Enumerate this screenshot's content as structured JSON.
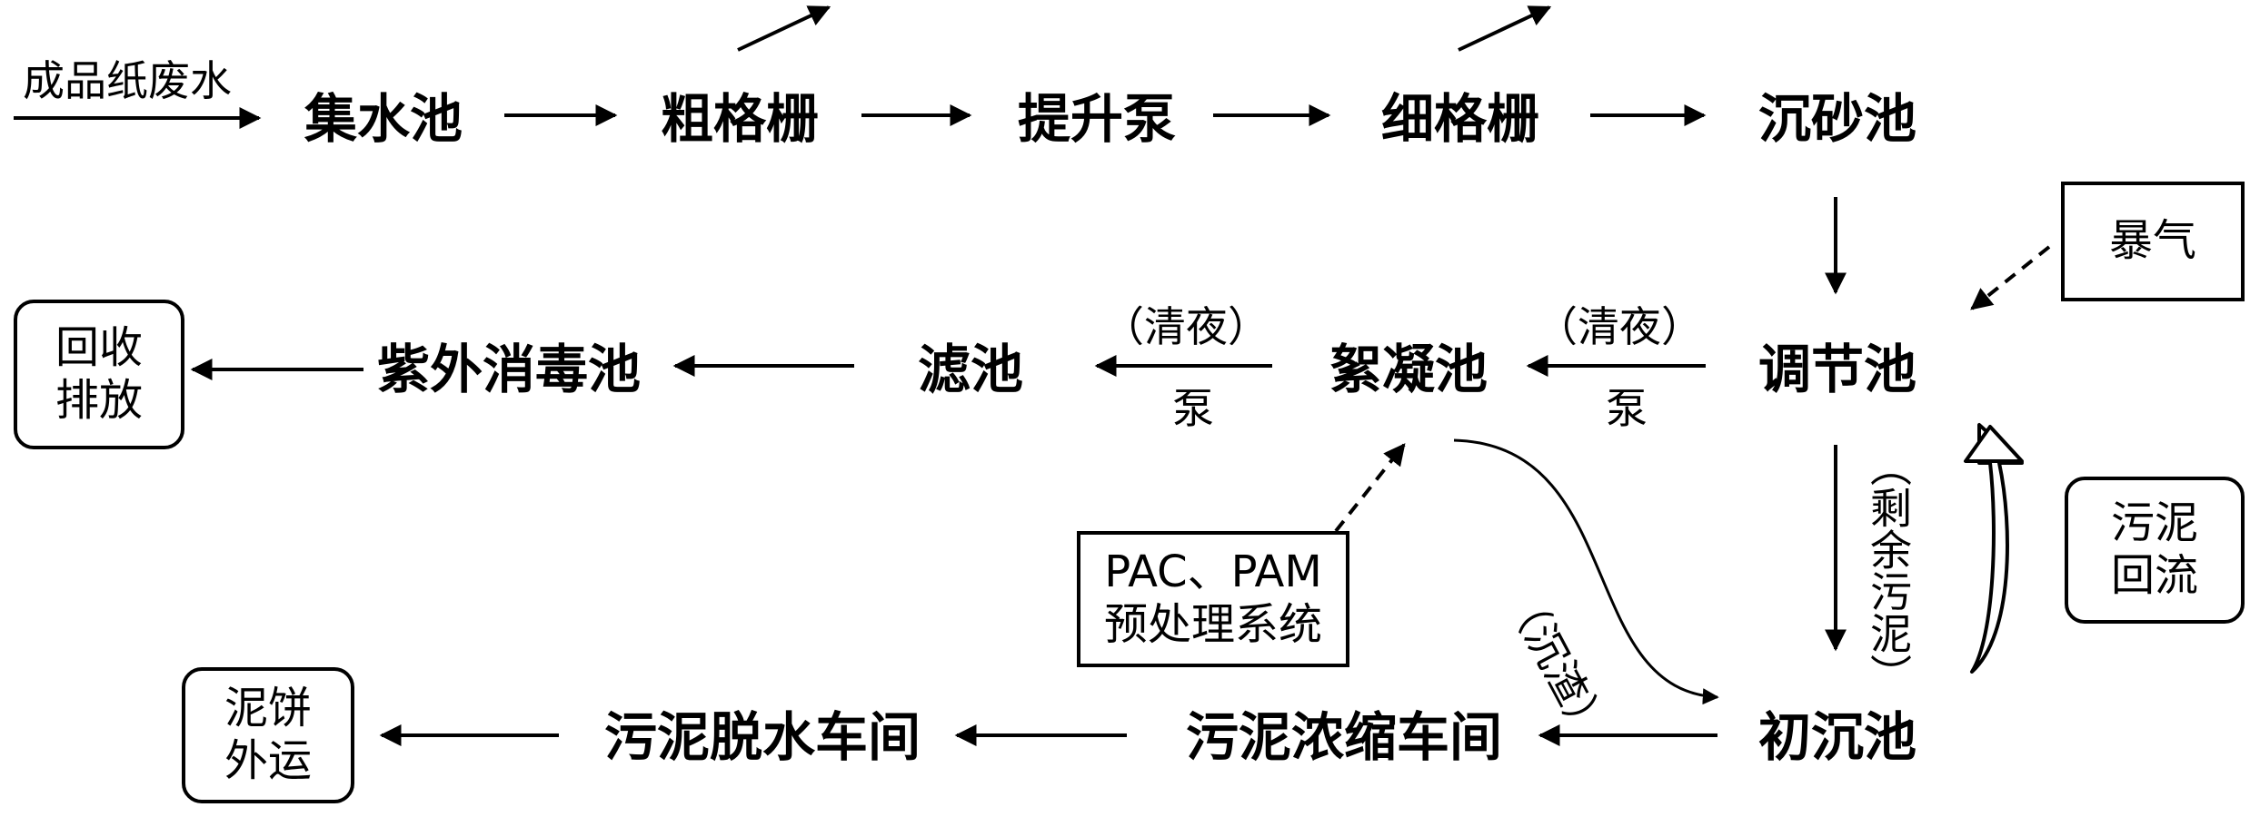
{
  "input_label": "成品纸废水",
  "nodes": {
    "collect": "集水池",
    "coarse_grid": "粗格栅",
    "lift_pump": "提升泵",
    "fine_grid": "细格栅",
    "grit": "沉砂池",
    "regulate": "调节池",
    "floc": "絮凝池",
    "filter": "滤池",
    "uv": "紫外消毒池",
    "primary": "初沉池",
    "thicken": "污泥浓缩车间",
    "dewater": "污泥脱水车间"
  },
  "boxes": {
    "aeration": "暴气",
    "recycle_line1": "回收",
    "recycle_line2": "排放",
    "return_line1": "污泥",
    "return_line2": "回流",
    "cake_line1": "泥饼",
    "cake_line2": "外运",
    "pac_line1": "PAC、PAM",
    "pac_line2": "预处理系统"
  },
  "edge_labels": {
    "pump1_top": "（清夜）",
    "pump1_bottom": "泵",
    "pump2_top": "（清夜）",
    "pump2_bottom": "泵",
    "excess_sludge": "（剩余污泥）",
    "sediment": "（沉渣）"
  }
}
